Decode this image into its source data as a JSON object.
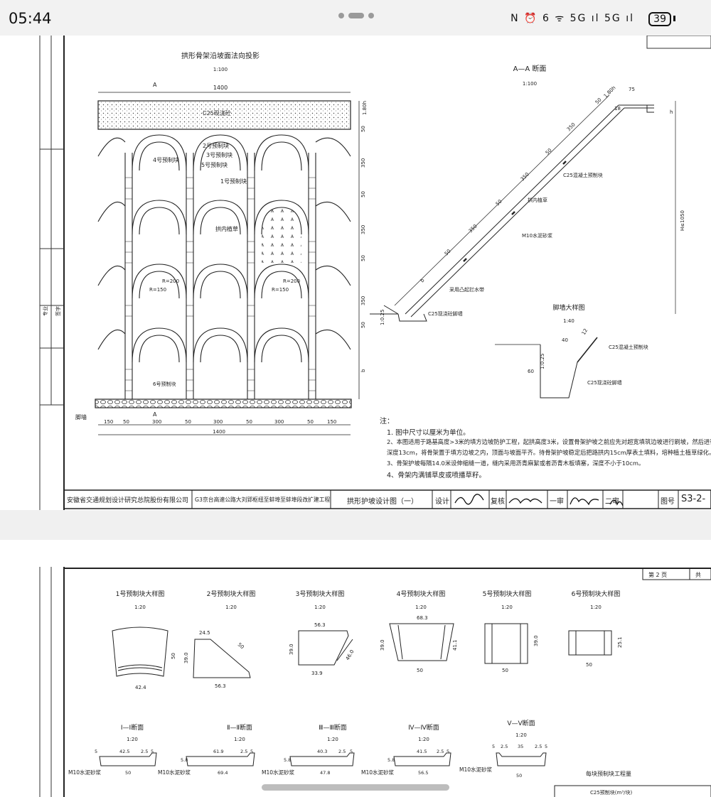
{
  "status_bar": {
    "time": "05:44",
    "icons": "N ⏰ 6 ᯤ 5G ıl 5G ıl",
    "battery": "39"
  },
  "sheet1": {
    "elevation_title": "拱形骨架沿坡面法向投影",
    "elevation_scale": "1:100",
    "top_width": "1400",
    "section_mark": "A",
    "labels": {
      "c25_cast": "C25现浇砼",
      "block2": "2号预制块",
      "block3": "3号预制块",
      "block4": "4号预制块",
      "block5": "5号预制块",
      "block1": "1号预制块",
      "grass": "拱内植草",
      "r150": "R=150",
      "r200": "R=200",
      "block6": "6号预制块",
      "foot": "脚墙"
    },
    "right_dims": [
      "1.80h",
      "50",
      "350",
      "50",
      "350",
      "50",
      "350",
      "50",
      "b"
    ],
    "bottom_dims": [
      "150",
      "50",
      "300",
      "50",
      "300",
      "50",
      "300",
      "50",
      "150"
    ],
    "bottom_total": "1400",
    "section_title": "A—A 断面",
    "section_scale": "1:100",
    "section_labels": {
      "c25_block": "C25混凝土预制块",
      "grass": "拱内植草",
      "mortar": "M10水泥砂浆",
      "water": "采用凸起拦水带",
      "footwall": "C25现浇砼脚墙",
      "height": "H≤1050",
      "d75": "75",
      "d18": "18",
      "d180": "1.80h",
      "h": "h",
      "slope": "1:0.25",
      "d350a": "350",
      "d350b": "350",
      "d350c": "350",
      "d50a": "50",
      "d50b": "50",
      "d50c": "50",
      "d50d": "50",
      "b": "b"
    },
    "foot_title": "脚墙大样图",
    "foot_scale": "1:40",
    "foot_labels": {
      "d40": "40",
      "d60": "60",
      "d12": "12",
      "slope": "1:0.25",
      "block": "C25混凝土预制块",
      "cast": "C25现浇砼脚墙"
    },
    "notes_title": "注：",
    "notes": [
      "1. 图中尺寸以厘米为单位。",
      "2、本图适用于路基高度>3米的填方边坡防护工程，起拱高度3米，设置骨架护坡之前应先对超宽填筑边坡进行刷坡，然后进行刻槽，",
      "   深度13cm，将骨架置于填方边坡之内，顶面与坡面平齐。待骨架护坡稳定后把路拱内15cm厚表土填料，培种植土植草绿化。",
      "3、骨架护坡每隔14.0米设伸缩缝一道，缝内采用沥青麻絮或者沥青木板填塞，深度不小于10cm。",
      "4、骨架内满铺草皮或喷播草籽。"
    ],
    "title_block": {
      "company": "安徽省交通规划设计研究总院股份有限公司",
      "project": "G3京台高速公路大刘郢枢纽至蚌埠至蚌埠段改扩建工程",
      "drawing": "拱形护坡设计图（一）",
      "design_label": "设计",
      "review_label": "复核",
      "check1_label": "一审",
      "check2_label": "二审",
      "sheet_no_label": "图号",
      "sheet_no": "S3-2-"
    },
    "margin_labels": [
      "专业",
      "签字"
    ]
  },
  "sheet2": {
    "page_label": "第 2 页",
    "page_total": "共",
    "details": [
      {
        "title": "1号预制块大样图",
        "scale": "1:20",
        "dims": [
          "50",
          "42.4"
        ]
      },
      {
        "title": "2号预制块大样图",
        "scale": "1:20",
        "dims": [
          "24.5",
          "39.0",
          "56.3",
          "50"
        ]
      },
      {
        "title": "3号预制块大样图",
        "scale": "1:20",
        "dims": [
          "56.3",
          "39.0",
          "33.9",
          "46.0"
        ]
      },
      {
        "title": "4号预制块大样图",
        "scale": "1:20",
        "dims": [
          "68.3",
          "39.0",
          "50",
          "41.1"
        ]
      },
      {
        "title": "5号预制块大样图",
        "scale": "1:20",
        "dims": [
          "50",
          "39.0"
        ]
      },
      {
        "title": "6号预制块大样图",
        "scale": "1:20",
        "dims": [
          "50",
          "25.1"
        ]
      }
    ],
    "sections": [
      {
        "title": "Ⅰ—Ⅰ断面",
        "scale": "1:20",
        "dims": [
          "42.5",
          "2.5",
          "5",
          "5",
          "50"
        ],
        "mortar": "M10水泥砂浆"
      },
      {
        "title": "Ⅱ—Ⅱ断面",
        "scale": "1:20",
        "dims": [
          "61.9",
          "2.5",
          "5",
          "5.8",
          "69.4"
        ],
        "mortar": "M10水泥砂浆"
      },
      {
        "title": "Ⅲ—Ⅲ断面",
        "scale": "1:20",
        "dims": [
          "40.3",
          "2.5",
          "5",
          "5.8",
          "47.8"
        ],
        "mortar": "M10水泥砂浆"
      },
      {
        "title": "Ⅳ—Ⅳ断面",
        "scale": "1:20",
        "dims": [
          "41.5",
          "2.5",
          "5",
          "5.8",
          "56.5"
        ],
        "mortar": "M10水泥砂浆"
      },
      {
        "title": "Ⅴ—Ⅴ断面",
        "scale": "1:20",
        "dims": [
          "5",
          "2.5",
          "35",
          "2.5",
          "5",
          "50"
        ],
        "mortar": "M10水泥砂浆"
      }
    ],
    "quantity_title": "每块预制块工程量",
    "quantity_header": "C25预制块(m³/块)"
  }
}
